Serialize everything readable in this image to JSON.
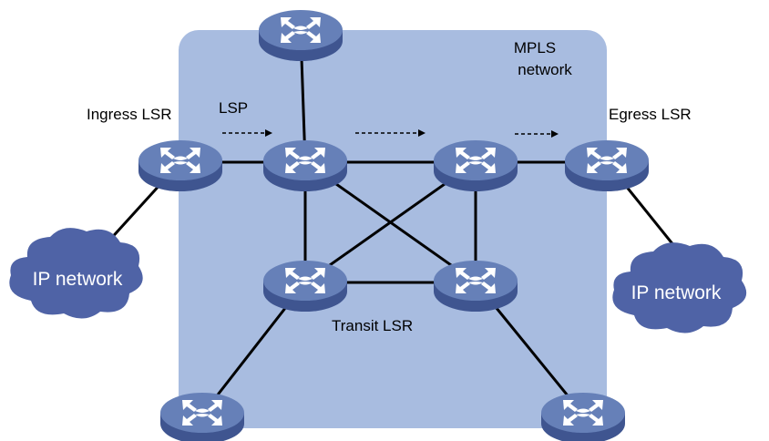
{
  "diagram": {
    "title": "MPLS network",
    "region": {
      "label_line1": "MPLS",
      "label_line2": "network",
      "color": "#a8bce0"
    },
    "colors": {
      "router_top": "#6680b8",
      "router_side": "#3f5590",
      "router_glyph": "#ffffff",
      "cloud": "#4f63a6",
      "link": "#000000"
    },
    "labels": {
      "ingress": "Ingress LSR",
      "egress": "Egress LSR",
      "transit": "Transit LSR",
      "lsp": "LSP"
    },
    "clouds": [
      {
        "id": "ip-left",
        "label": "IP network"
      },
      {
        "id": "ip-right",
        "label": "IP network"
      }
    ],
    "routers": [
      {
        "id": "top",
        "role": "core"
      },
      {
        "id": "ingress",
        "role": "ingress"
      },
      {
        "id": "lsr-a",
        "role": "transit"
      },
      {
        "id": "lsr-b",
        "role": "transit"
      },
      {
        "id": "egress",
        "role": "egress"
      },
      {
        "id": "lsr-c",
        "role": "transit"
      },
      {
        "id": "lsr-d",
        "role": "transit"
      },
      {
        "id": "edge-bl",
        "role": "edge"
      },
      {
        "id": "edge-br",
        "role": "edge"
      }
    ],
    "links": [
      [
        "top",
        "lsr-a"
      ],
      [
        "ingress",
        "lsr-a"
      ],
      [
        "lsr-a",
        "lsr-b"
      ],
      [
        "lsr-b",
        "egress"
      ],
      [
        "lsr-a",
        "lsr-c"
      ],
      [
        "lsr-a",
        "lsr-d"
      ],
      [
        "lsr-b",
        "lsr-c"
      ],
      [
        "lsr-b",
        "lsr-d"
      ],
      [
        "lsr-c",
        "lsr-d"
      ],
      [
        "lsr-c",
        "edge-bl"
      ],
      [
        "lsr-d",
        "edge-br"
      ],
      [
        "ingress",
        "ip-left"
      ],
      [
        "egress",
        "ip-right"
      ]
    ],
    "lsp_path": [
      "ingress",
      "lsr-a",
      "lsr-b",
      "egress"
    ]
  }
}
